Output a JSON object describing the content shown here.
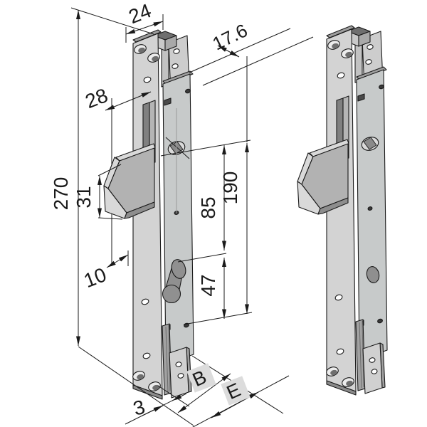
{
  "drawing": {
    "dimensions": {
      "d24": "24",
      "d17_6": "17.6",
      "d28": "28",
      "d270": "270",
      "d31": "31",
      "d10": "10",
      "d85": "85",
      "d190": "190",
      "d47": "47",
      "d3": "3"
    },
    "callouts": {
      "b": "B",
      "e": "E"
    },
    "colors": {
      "background": "#ffffff",
      "line": "#1a1a1a",
      "metal_light": "#d3d3d3",
      "metal_mid": "#b2b2b2",
      "metal_dark": "#8f8f8f",
      "badge_bg": "#dcdcdc"
    }
  }
}
